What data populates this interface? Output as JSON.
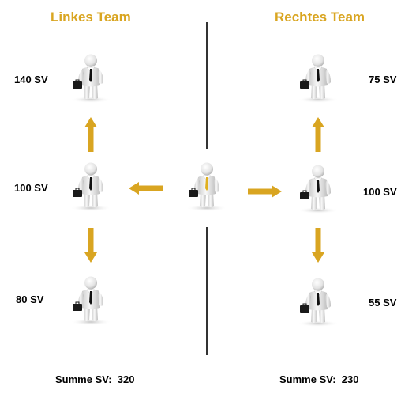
{
  "left_team": {
    "title": "Linkes Team",
    "top_value": "140 SV",
    "middle_value": "100 SV",
    "bottom_value": "80 SV",
    "sum_label": "Summe SV:",
    "sum_value": "320"
  },
  "right_team": {
    "title": "Rechtes Team",
    "top_value": "75 SV",
    "middle_value": "100 SV",
    "bottom_value": "55 SV",
    "sum_label": "Summe SV:",
    "sum_value": "230"
  },
  "colors": {
    "accent": "#D9A521",
    "tie_center": "#E0B020",
    "tie_default": "#111111",
    "divider": "#333333"
  },
  "icons": {
    "person": "businessman-figure-icon",
    "arrow": "arrow-icon"
  }
}
